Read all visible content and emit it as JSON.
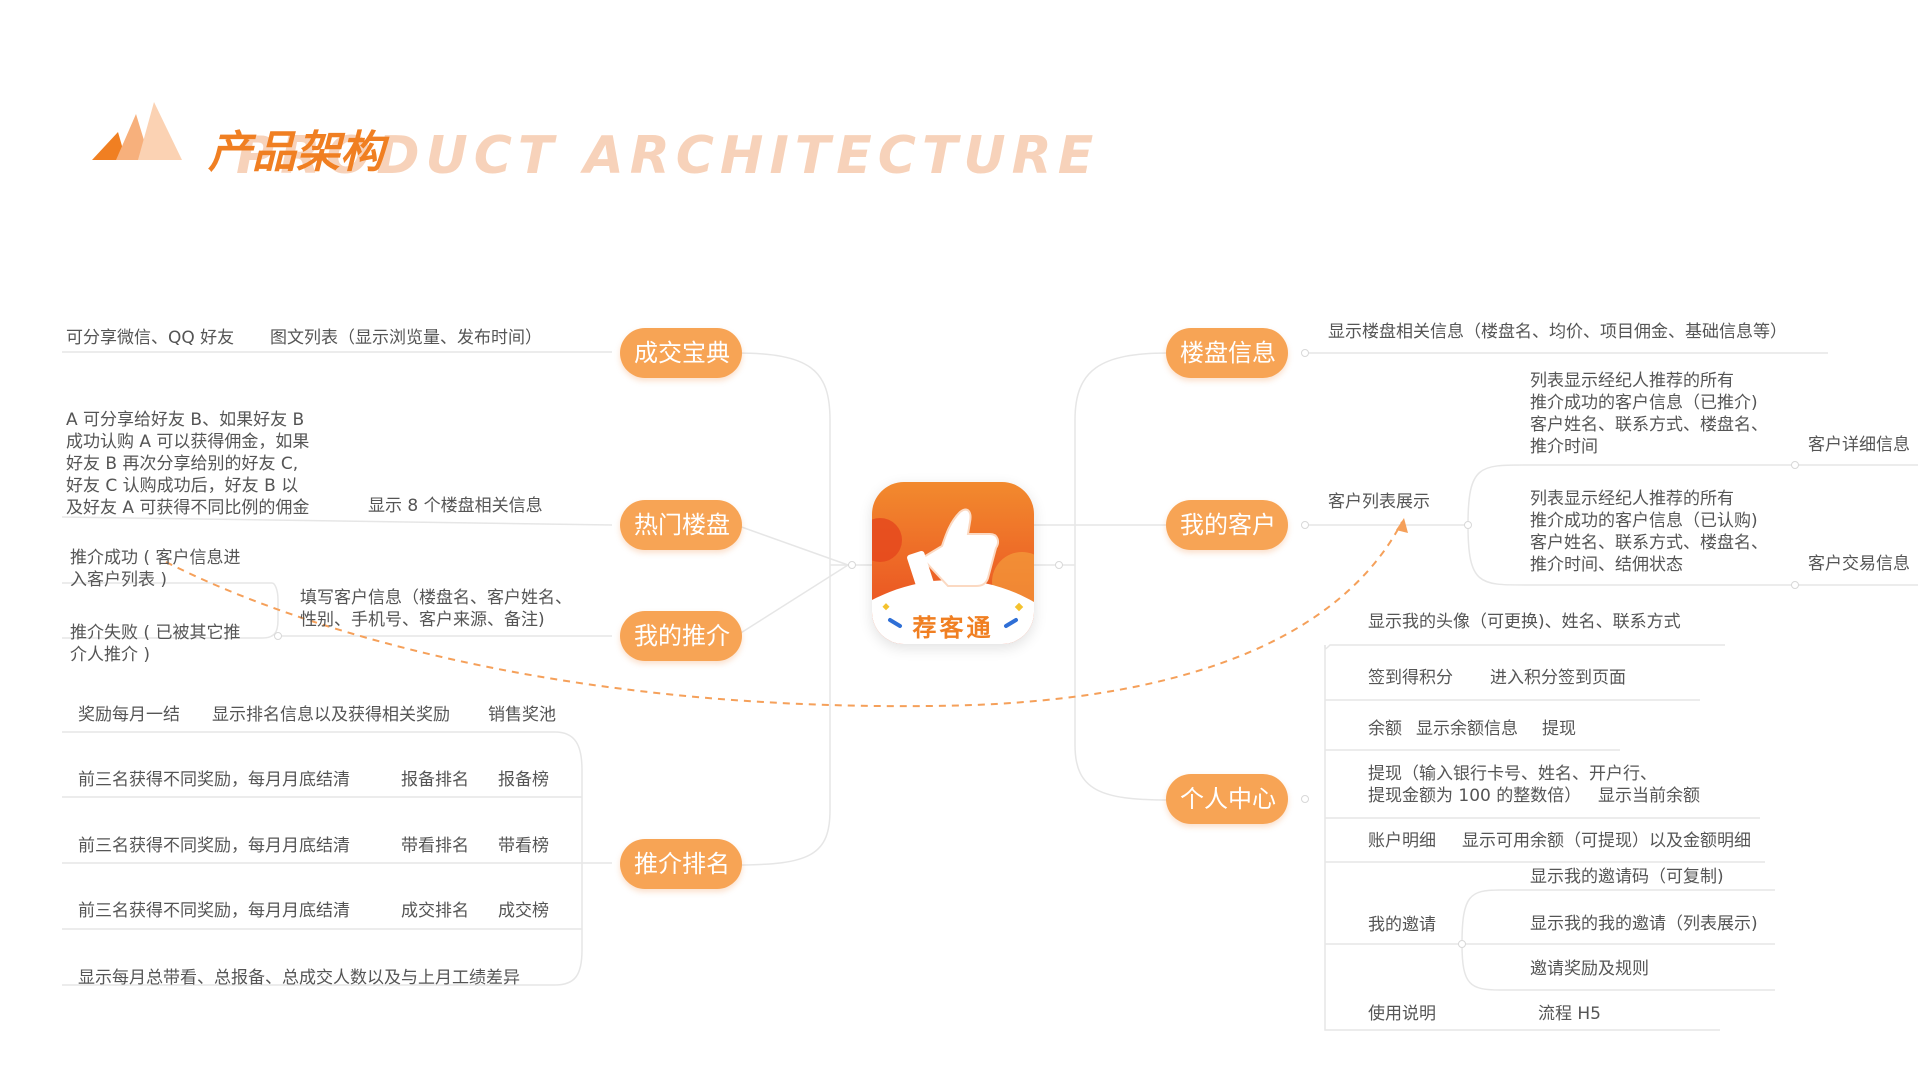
{
  "header": {
    "title_cn": "产品架构",
    "title_en": "PRODUCT ARCHITECTURE"
  },
  "center": {
    "app_name": "荐客通"
  },
  "left": {
    "chengjiao": {
      "label": "成交宝典",
      "items": [
        "可分享微信、QQ 好友",
        "图文列表（显示浏览量、发布时间）"
      ]
    },
    "remen": {
      "label": "热门楼盘",
      "share_lines": [
        "A 可分享给好友 B、如果好友 B",
        "成功认购 A 可以获得佣金，如果",
        "好友 B 再次分享给别的好友 C,",
        "好友 C 认购成功后，好友 B 以",
        "及好友 A 可获得不同比例的佣金"
      ],
      "info": "显示 8 个楼盘相关信息"
    },
    "tuijian": {
      "label": "我的推介",
      "success_lines": [
        "推介成功 ( 客户信息进",
        "入客户列表 )"
      ],
      "fail_lines": [
        "推介失败 ( 已被其它推",
        "介人推介 )"
      ],
      "fill_lines": [
        "填写客户信息（楼盘名、客户姓名、",
        "性别、手机号、客户来源、备注)"
      ]
    },
    "paiming": {
      "label": "推介排名",
      "r1": {
        "a": "奖励每月一结",
        "b": "显示排名信息以及获得相关奖励",
        "c": "销售奖池"
      },
      "r2": {
        "a": "前三名获得不同奖励，每月月底结清",
        "b": "报备排名",
        "c": "报备榜"
      },
      "r3": {
        "a": "前三名获得不同奖励，每月月底结清",
        "b": "带看排名",
        "c": "带看榜"
      },
      "r4": {
        "a": "前三名获得不同奖励，每月月底结清",
        "b": "成交排名",
        "c": "成交榜"
      },
      "r5": "显示每月总带看、总报备、总成交人数以及与上月工绩差异"
    }
  },
  "right": {
    "loupan": {
      "label": "楼盘信息",
      "info": "显示楼盘相关信息（楼盘名、均价、项目佣金、基础信息等）"
    },
    "kehu": {
      "label": "我的客户",
      "list": "客户列表展示",
      "a_lines": [
        "列表显示经纪人推荐的所有",
        "推介成功的客户信息（已推介)",
        "客户姓名、联系方式、楼盘名、",
        "推介时间"
      ],
      "a_detail": "客户详细信息",
      "b_lines": [
        "列表显示经纪人推荐的所有",
        "推介成功的客户信息（已认购)",
        "客户姓名、联系方式、楼盘名、",
        "推介时间、结佣状态"
      ],
      "b_detail": "客户交易信息"
    },
    "geren": {
      "label": "个人中心",
      "avatar": "显示我的头像（可更换)、姓名、联系方式",
      "qiandao": {
        "a": "签到得积分",
        "b": "进入积分签到页面"
      },
      "yue": {
        "a": "余额",
        "b": "显示余额信息",
        "c": "提现"
      },
      "tixian_lines": [
        "提现（输入银行卡号、姓名、开户行、",
        "提现金额为 100 的整数倍）"
      ],
      "tixian_b": "显示当前余额",
      "mingxi": {
        "a": "账户明细",
        "b": "显示可用余额（可提现）以及金额明细"
      },
      "yaoqing": {
        "label": "我的邀请",
        "items": [
          "显示我的邀请码（可复制)",
          "显示我的我的邀请（列表展示)",
          "邀请奖励及规则"
        ]
      },
      "shuoming": {
        "a": "使用说明",
        "b": "流程 H5"
      }
    }
  },
  "colors": {
    "accent": "#f7a455",
    "title": "#f07f22",
    "line": "#e6e6e6",
    "dash": "#f5a05a"
  }
}
